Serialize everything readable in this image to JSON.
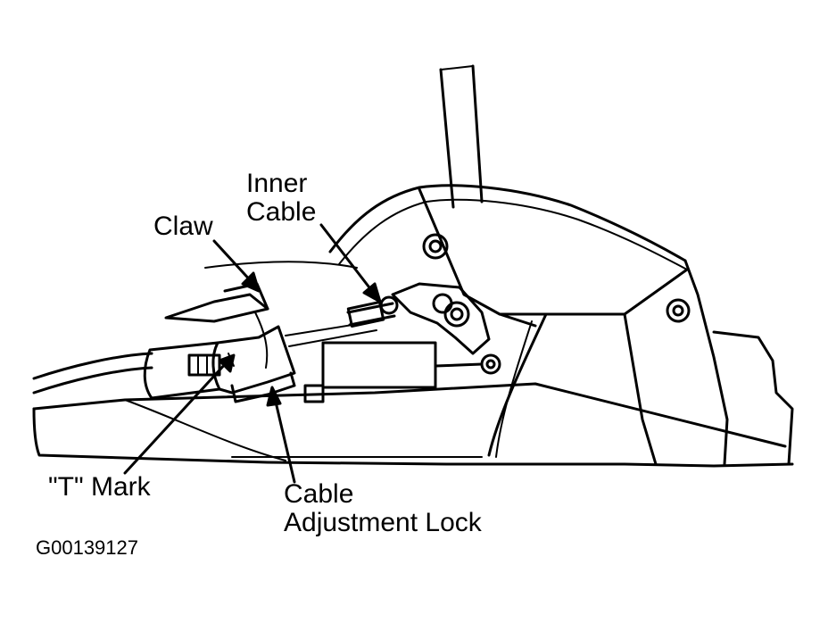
{
  "labels": {
    "inner_cable_line1": "Inner",
    "inner_cable_line2": "Cable",
    "claw": "Claw",
    "t_mark": "\"T\" Mark",
    "cable_adjustment_lock_line1": "Cable",
    "cable_adjustment_lock_line2": "Adjustment Lock"
  },
  "figure_code": "G00139127",
  "colors": {
    "ink": "#000000",
    "paper": "#ffffff"
  }
}
